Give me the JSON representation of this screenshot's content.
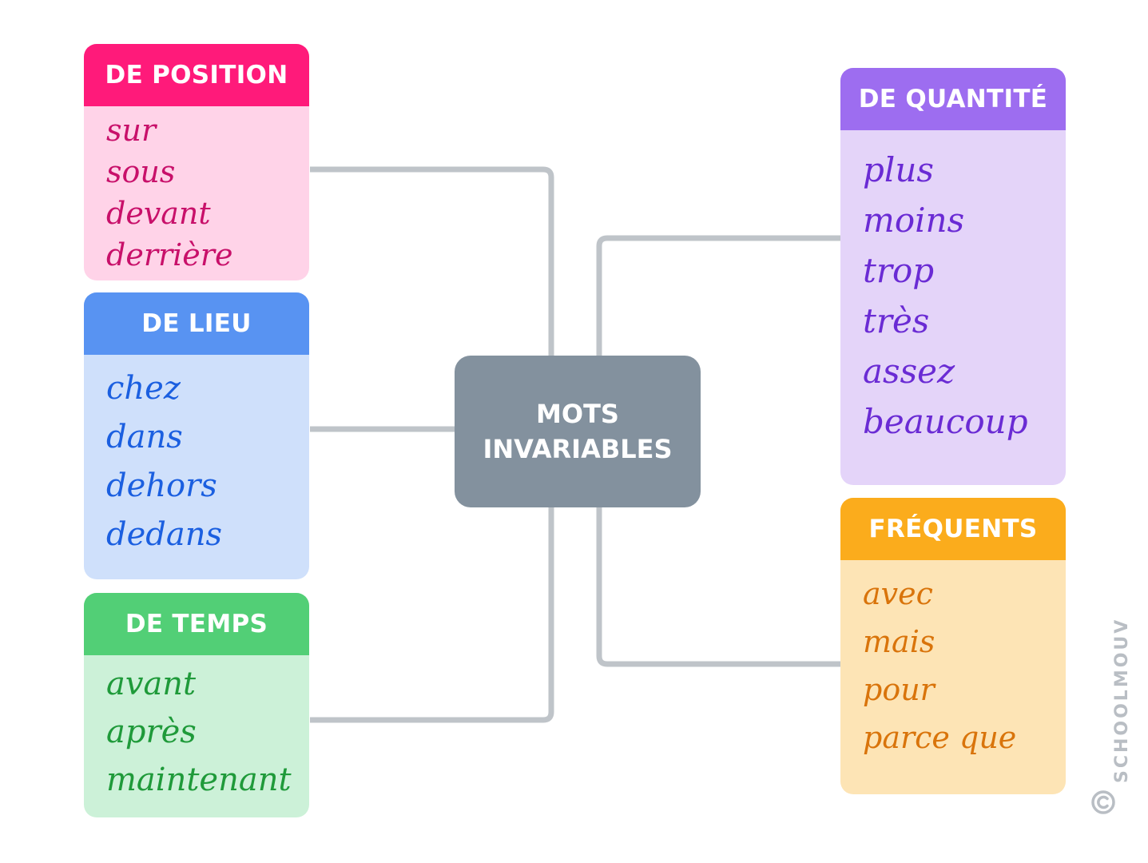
{
  "center": {
    "line1": "MOTS",
    "line2": "INVARIABLES"
  },
  "categories": [
    {
      "title": "DE POSITION",
      "words": [
        "sur",
        "sous",
        "devant",
        "derrière"
      ]
    },
    {
      "title": "DE LIEU",
      "words": [
        "chez",
        "dans",
        "dehors",
        "dedans"
      ]
    },
    {
      "title": "DE TEMPS",
      "words": [
        "avant",
        "après",
        "maintenant"
      ]
    },
    {
      "title": "DE QUANTITÉ",
      "words": [
        "plus",
        "moins",
        "trop",
        "très",
        "assez",
        "beaucoup"
      ]
    },
    {
      "title": "FRÉQUENTS",
      "words": [
        "avec",
        "mais",
        "pour",
        "parce que"
      ]
    }
  ],
  "colors": {
    "connector": "#bfc4c9",
    "position_header": "#ff1a7a",
    "position_body": "#ffd3e8",
    "position_text": "#c8106a",
    "lieu_header": "#5893f2",
    "lieu_body": "#cfe0fb",
    "lieu_text": "#1b5fe0",
    "temps_header": "#52cf76",
    "temps_body": "#ccf1d8",
    "temps_text": "#1f9a3a",
    "quantite_header": "#9d6df0",
    "quantite_body": "#e4d4f9",
    "quantite_text": "#6a2bd4",
    "frequents_header": "#fbac1c",
    "frequents_body": "#fde4b5",
    "frequents_text": "#d9740b",
    "center_node": "#83919e"
  },
  "watermark": "SCHOOLMOUV"
}
